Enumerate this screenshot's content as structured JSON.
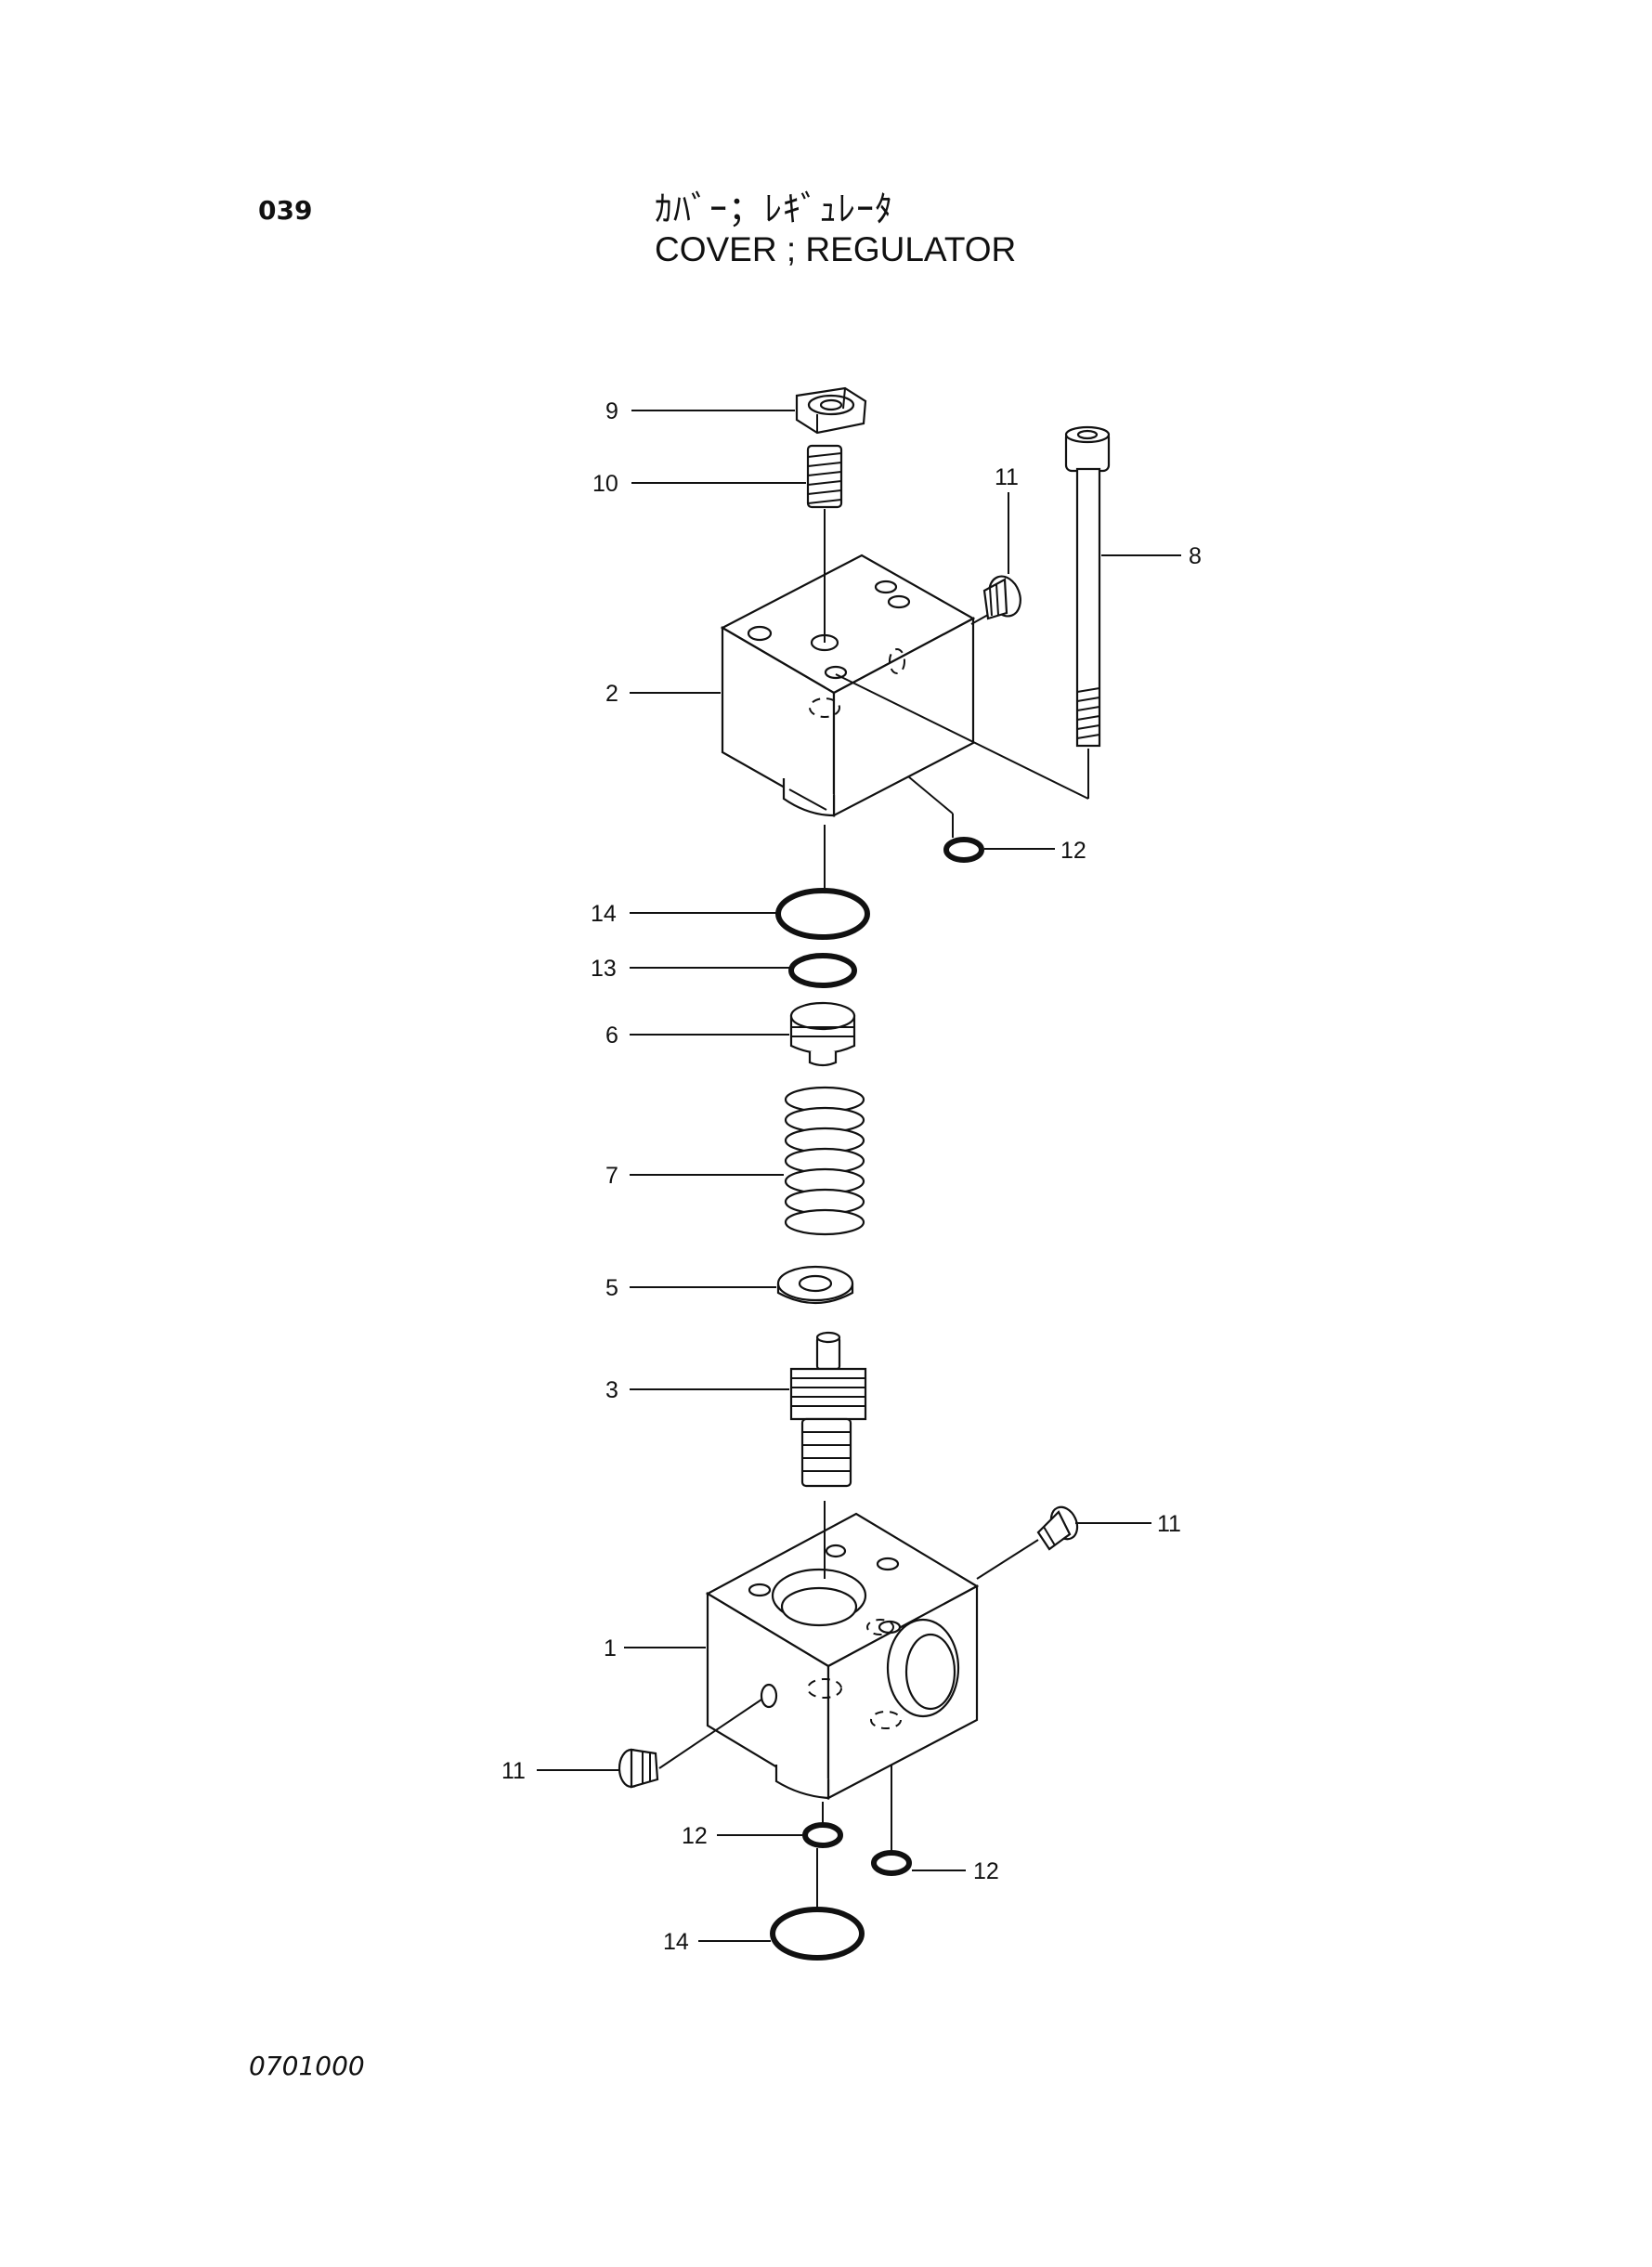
{
  "header": {
    "page_number": "039",
    "title_jp": "ｶﾊﾞｰ；ﾚｷﾞｭﾚｰﾀ",
    "title_en": "COVER ; REGULATOR"
  },
  "footer": {
    "doc_code": "0701000"
  },
  "callouts": {
    "c9": "9",
    "c10": "10",
    "c11a": "11",
    "c8": "8",
    "c2": "2",
    "c12a": "12",
    "c14a": "14",
    "c13": "13",
    "c6": "6",
    "c7": "7",
    "c5": "5",
    "c3": "3",
    "c11b": "11",
    "c1": "1",
    "c11c": "11",
    "c12b": "12",
    "c12c": "12",
    "c14b": "14"
  }
}
